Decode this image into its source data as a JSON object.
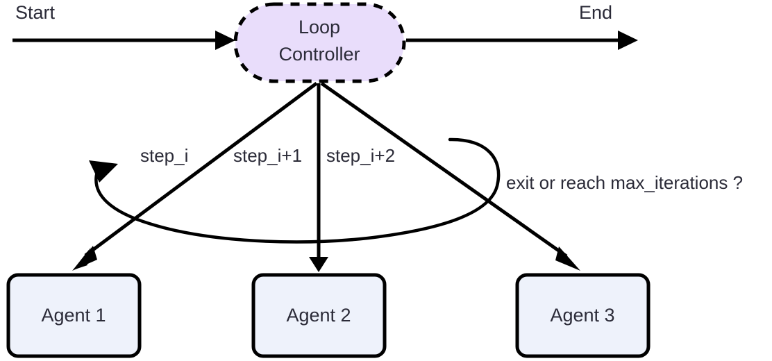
{
  "diagram": {
    "type": "flowchart",
    "background_color": "#ffffff",
    "endpoints": {
      "start_label": "Start",
      "end_label": "End"
    },
    "controller": {
      "name": "loop-controller",
      "label_line1": "Loop",
      "label_line2": "Controller",
      "shape": "stadium",
      "fill_color": "#e9ddfb",
      "border_style": "dashed",
      "border_color": "#000000"
    },
    "agents": [
      {
        "name": "agent-1",
        "label": "Agent 1",
        "shape": "rounded-rect",
        "fill_color": "#eef2fb",
        "border_color": "#000000"
      },
      {
        "name": "agent-2",
        "label": "Agent 2",
        "shape": "rounded-rect",
        "fill_color": "#eef2fb",
        "border_color": "#000000"
      },
      {
        "name": "agent-3",
        "label": "Agent 3",
        "shape": "rounded-rect",
        "fill_color": "#eef2fb",
        "border_color": "#000000"
      }
    ],
    "edge_labels": {
      "step_1": "step_i",
      "step_2": "step_i+1",
      "step_3": "step_i+2",
      "loopback": "exit or reach max_iterations ?"
    }
  }
}
